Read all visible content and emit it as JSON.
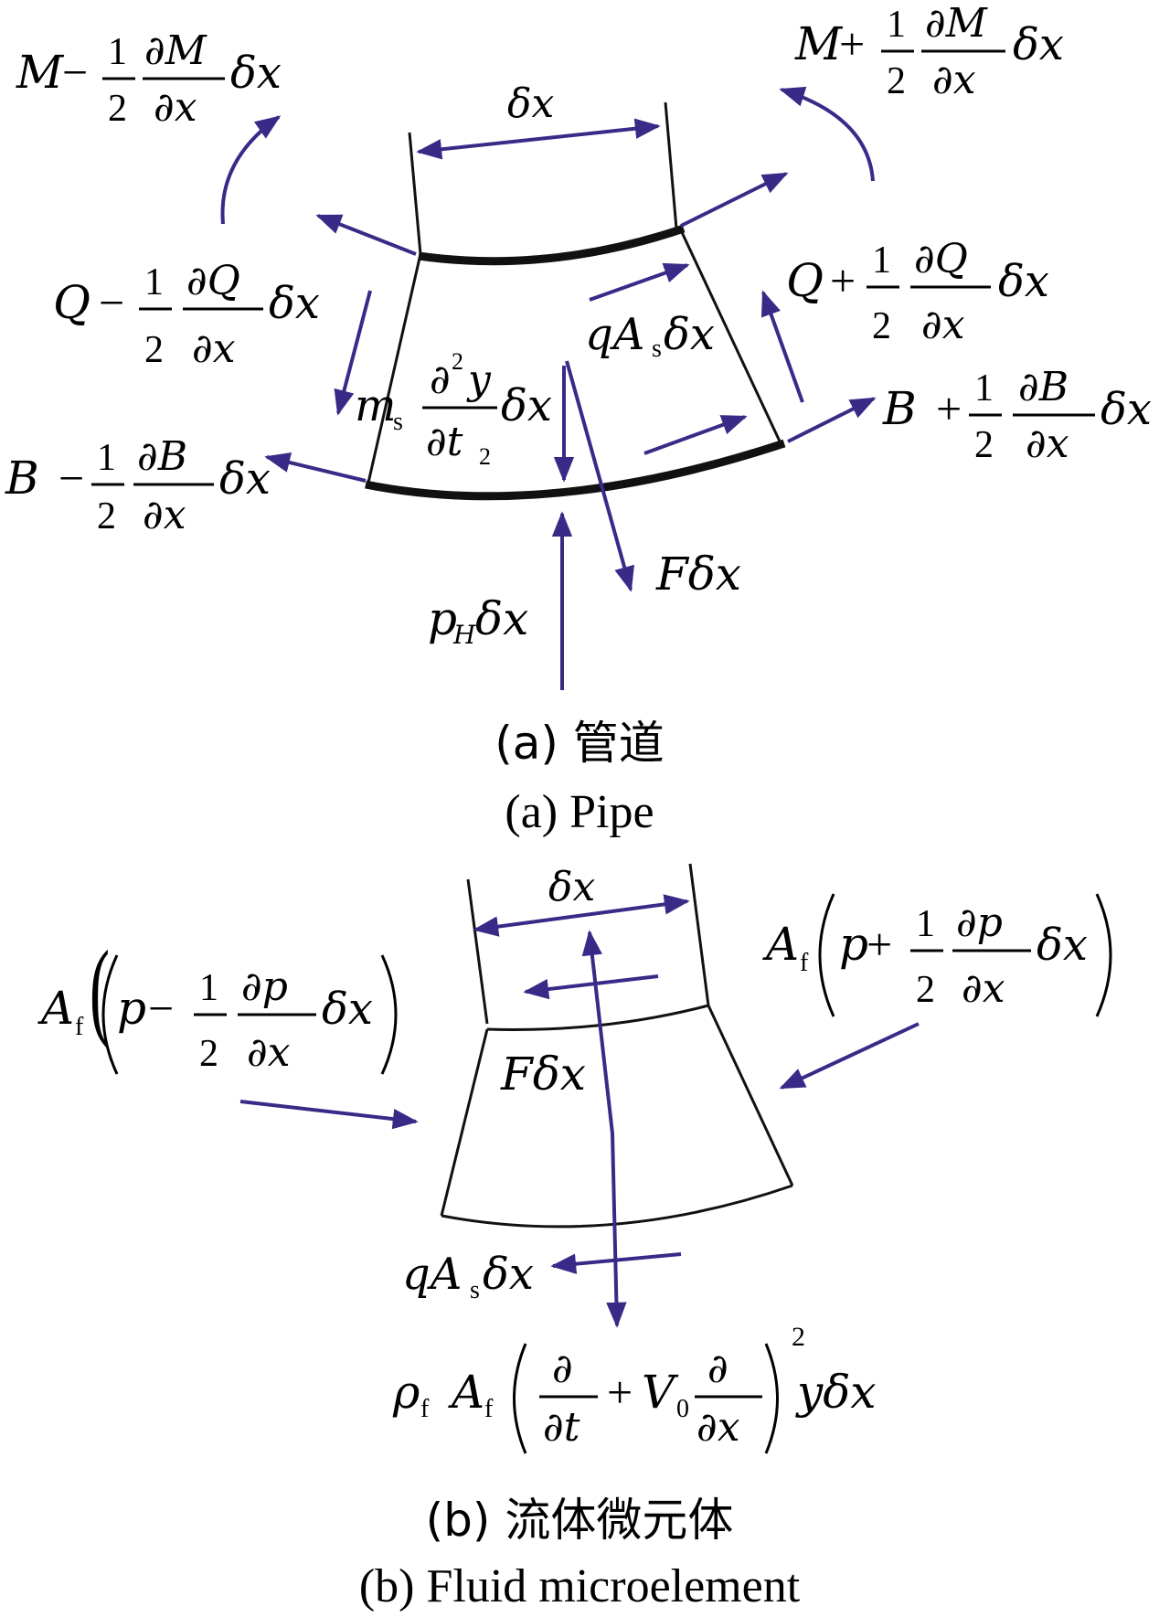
{
  "colors": {
    "arrow": "#3a2a88",
    "outline": "#111111",
    "text": "#000000"
  },
  "panel_a": {
    "dx_label": "δx",
    "moment_left": {
      "base": "M",
      "op": "−",
      "num": "1",
      "den": "2",
      "dnum": "∂M",
      "dden": "∂x",
      "tail": "δx"
    },
    "moment_right": {
      "base": "M",
      "op": "+",
      "num": "1",
      "den": "2",
      "dnum": "∂M",
      "dden": "∂x",
      "tail": "δx"
    },
    "shear_left": {
      "base": "Q",
      "op": "−",
      "num": "1",
      "den": "2",
      "dnum": "∂Q",
      "dden": "∂x",
      "tail": "δx"
    },
    "shear_right": {
      "base": "Q",
      "op": "+",
      "num": "1",
      "den": "2",
      "dnum": "∂Q",
      "dden": "∂x",
      "tail": "δx"
    },
    "b_left": {
      "base": "B",
      "op": "−",
      "num": "1",
      "den": "2",
      "dnum": "∂B",
      "dden": "∂x",
      "tail": "δx"
    },
    "b_right": {
      "base": "B",
      "op": "+",
      "num": "1",
      "den": "2",
      "dnum": "∂B",
      "dden": "∂x",
      "tail": "δx"
    },
    "qa": {
      "q": "qA",
      "sub": "s",
      "tail": "δx"
    },
    "inertia": {
      "m": "m",
      "sub": "s",
      "dnum": "∂",
      "sup": "2",
      "y": "y",
      "dden": "∂t",
      "tsub": "2",
      "tail": "δx"
    },
    "f_label": "Fδx",
    "ph": {
      "p": "p",
      "sub": "H",
      "tail": "δx"
    },
    "caption_cn": "(a) 管道",
    "caption_en": "(a)  Pipe"
  },
  "panel_b": {
    "dx_label": "δx",
    "pressure_left": {
      "a": "A",
      "asub": "f",
      "p": "p",
      "op": "−",
      "num": "1",
      "den": "2",
      "dnum": "∂p",
      "dden": "∂x",
      "tail": "δx"
    },
    "pressure_right": {
      "a": "A",
      "asub": "f",
      "p": "p",
      "op": "+",
      "num": "1",
      "den": "2",
      "dnum": "∂p",
      "dden": "∂x",
      "tail": "δx"
    },
    "f_label": "Fδx",
    "qa": {
      "q": "qA",
      "sub": "s",
      "tail": "δx"
    },
    "inertia": {
      "rho": "ρ",
      "rsub": "f",
      "a": "A",
      "asub": "f",
      "d1": "∂",
      "dt": "∂t",
      "plus": "+",
      "v": "V",
      "vsub": "0",
      "d2": "∂",
      "dx": "∂x",
      "sup": "2",
      "tail": "yδx"
    },
    "caption_cn": "(b)  流体微元体",
    "caption_en": "(b)  Fluid microelement"
  }
}
